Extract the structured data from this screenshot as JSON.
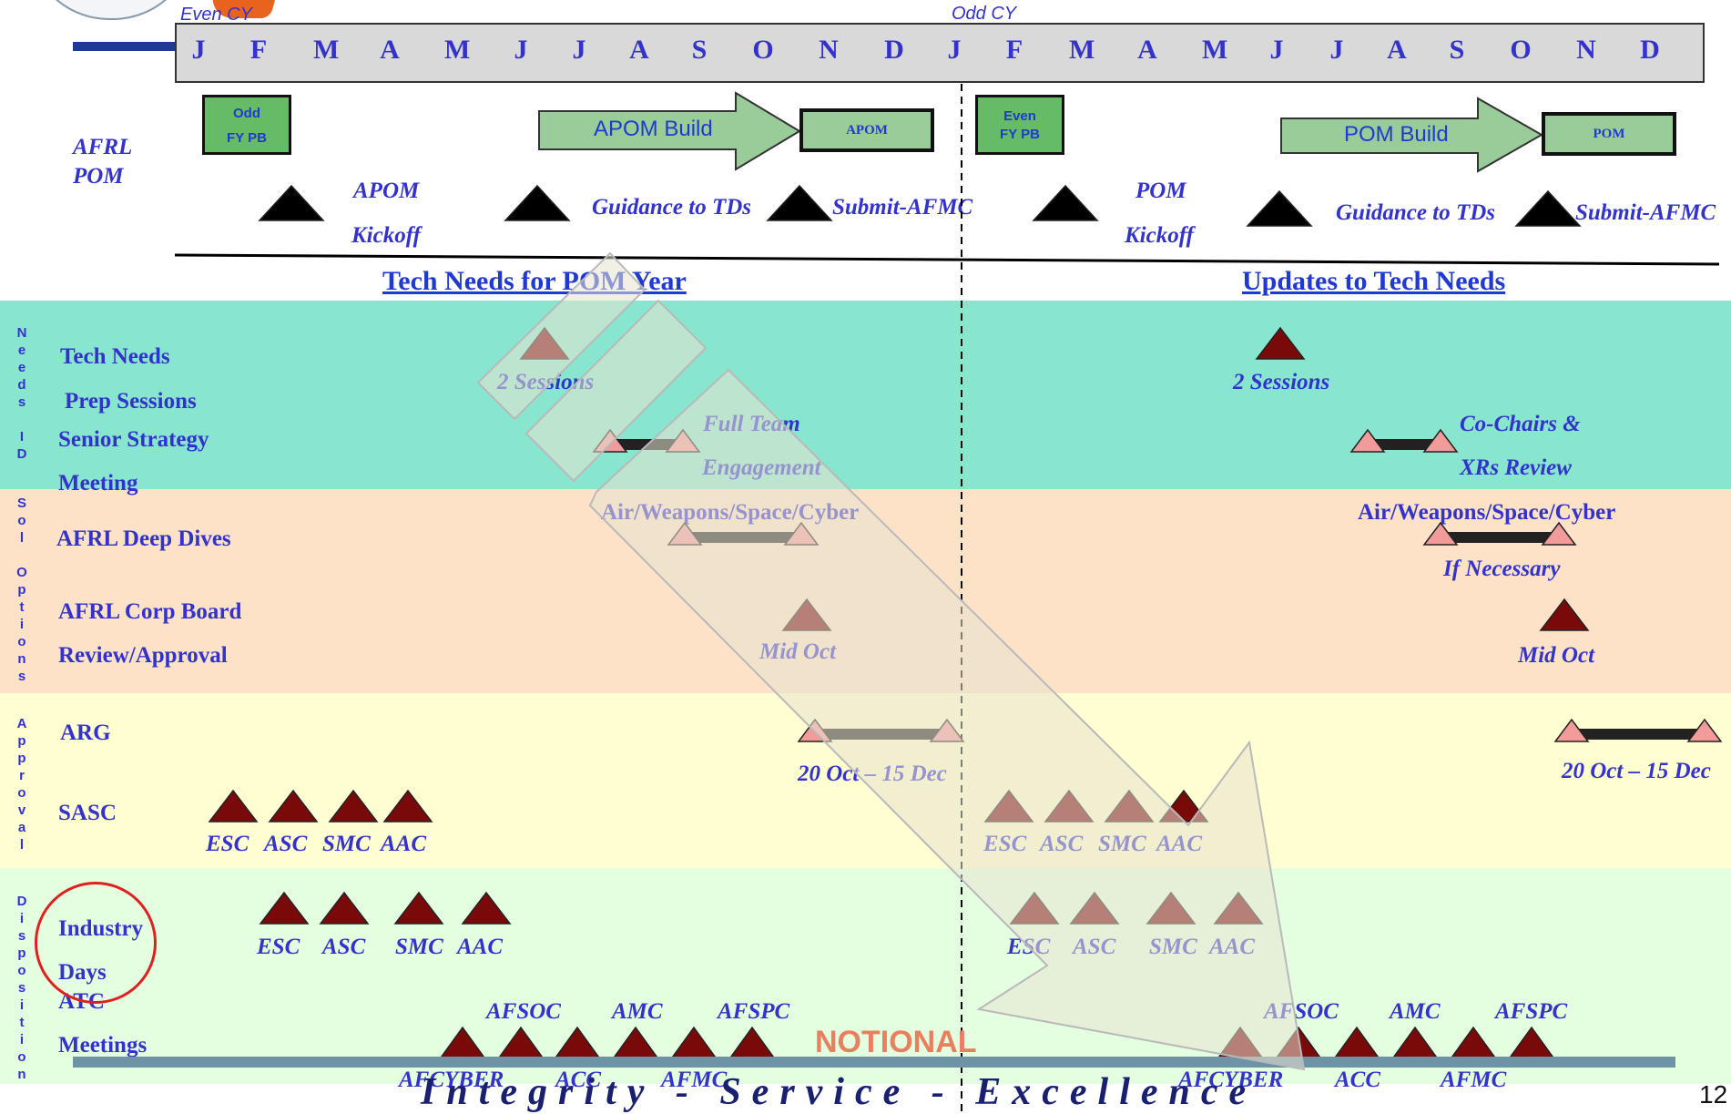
{
  "header": {
    "even_cy": "Even CY",
    "odd_cy": "Odd CY",
    "months": [
      "J",
      "F",
      "M",
      "A",
      "M",
      "J",
      "J",
      "A",
      "S",
      "O",
      "N",
      "D",
      "J",
      "F",
      "M",
      "A",
      "M",
      "J",
      "J",
      "A",
      "S",
      "O",
      "N",
      "D"
    ]
  },
  "colors": {
    "needs_band": "#88e6cf",
    "options_band": "#fde2c8",
    "approval_band": "#ffffd2",
    "disposition_band": "#e4ffe0",
    "text_blue": "#3333cc",
    "dark_triangle": "#7a0a0a",
    "pink_triangle": "#f29b9b",
    "pom_box": "#99cc99",
    "notional": "#e88060",
    "bottom_bar": "#6e93a6"
  },
  "pom": {
    "row_label_1": "AFRL",
    "row_label_2": "POM",
    "odd_box_line1": "Odd",
    "odd_box_line2": "FY PB",
    "apom_build": "APOM Build",
    "apom_box": "APOM",
    "even_box_line1": "Even",
    "even_box_line2": "FY PB",
    "pom_build": "POM Build",
    "pom_box": "POM",
    "apom_kickoff_1": "APOM",
    "apom_kickoff_2": "Kickoff",
    "guidance_1": "Guidance to TDs",
    "submit_1": "Submit-AFMC",
    "pom_kickoff_1": "POM",
    "pom_kickoff_2": "Kickoff",
    "guidance_2": "Guidance to TDs",
    "submit_2": "Submit-AFMC"
  },
  "sections": {
    "tech_needs_pom_year": "Tech Needs for POM Year",
    "updates_tech_needs": "Updates to Tech Needs"
  },
  "side_labels": {
    "needs_id": "N\ne\ne\nd\ns\n \nI\nD",
    "sol_options": "S\no\nl\n \nO\np\nt\ni\no\nn\ns",
    "approval": "A\np\np\nr\no\nv\na\nl",
    "disposition": "D\ni\ns\np\no\ns\ni\nt\ni\no\nn"
  },
  "rows": {
    "tech_needs": "Tech Needs",
    "prep_sessions": "Prep Sessions",
    "senior_strategy": "Senior Strategy",
    "meeting": "Meeting",
    "deep_dives": "AFRL Deep Dives",
    "corp_board": "AFRL Corp Board",
    "review_approval": "Review/Approval",
    "arg": "ARG",
    "sasc": "SASC",
    "industry": "Industry",
    "days": "Days",
    "atc": "ATC",
    "meetings": "Meetings"
  },
  "notes": {
    "two_sessions_left": "2 Sessions",
    "two_sessions_right": "2 Sessions",
    "full_team": "Full Team",
    "engagement": "Engagement",
    "co_chairs": "Co-Chairs &",
    "xrs_review": "XRs Review",
    "awsc_left": "Air/Weapons/Space/Cyber",
    "awsc_right": "Air/Weapons/Space/Cyber",
    "if_necessary": "If Necessary",
    "mid_oct_left": "Mid Oct",
    "mid_oct_right": "Mid Oct",
    "arg_left": "20 Oct – 15 Dec",
    "arg_right": "20 Oct – 15 Dec"
  },
  "centers": [
    "ESC",
    "ASC",
    "SMC",
    "AAC"
  ],
  "commands_top": [
    "AFSOC",
    "AMC",
    "AFSPC"
  ],
  "commands_bottom": [
    "AFCYBER",
    "ACC",
    "AFMC"
  ],
  "footer": {
    "notional": "NOTIONAL",
    "motto": "Integrity - Service - Excellence",
    "page_number": "12"
  }
}
